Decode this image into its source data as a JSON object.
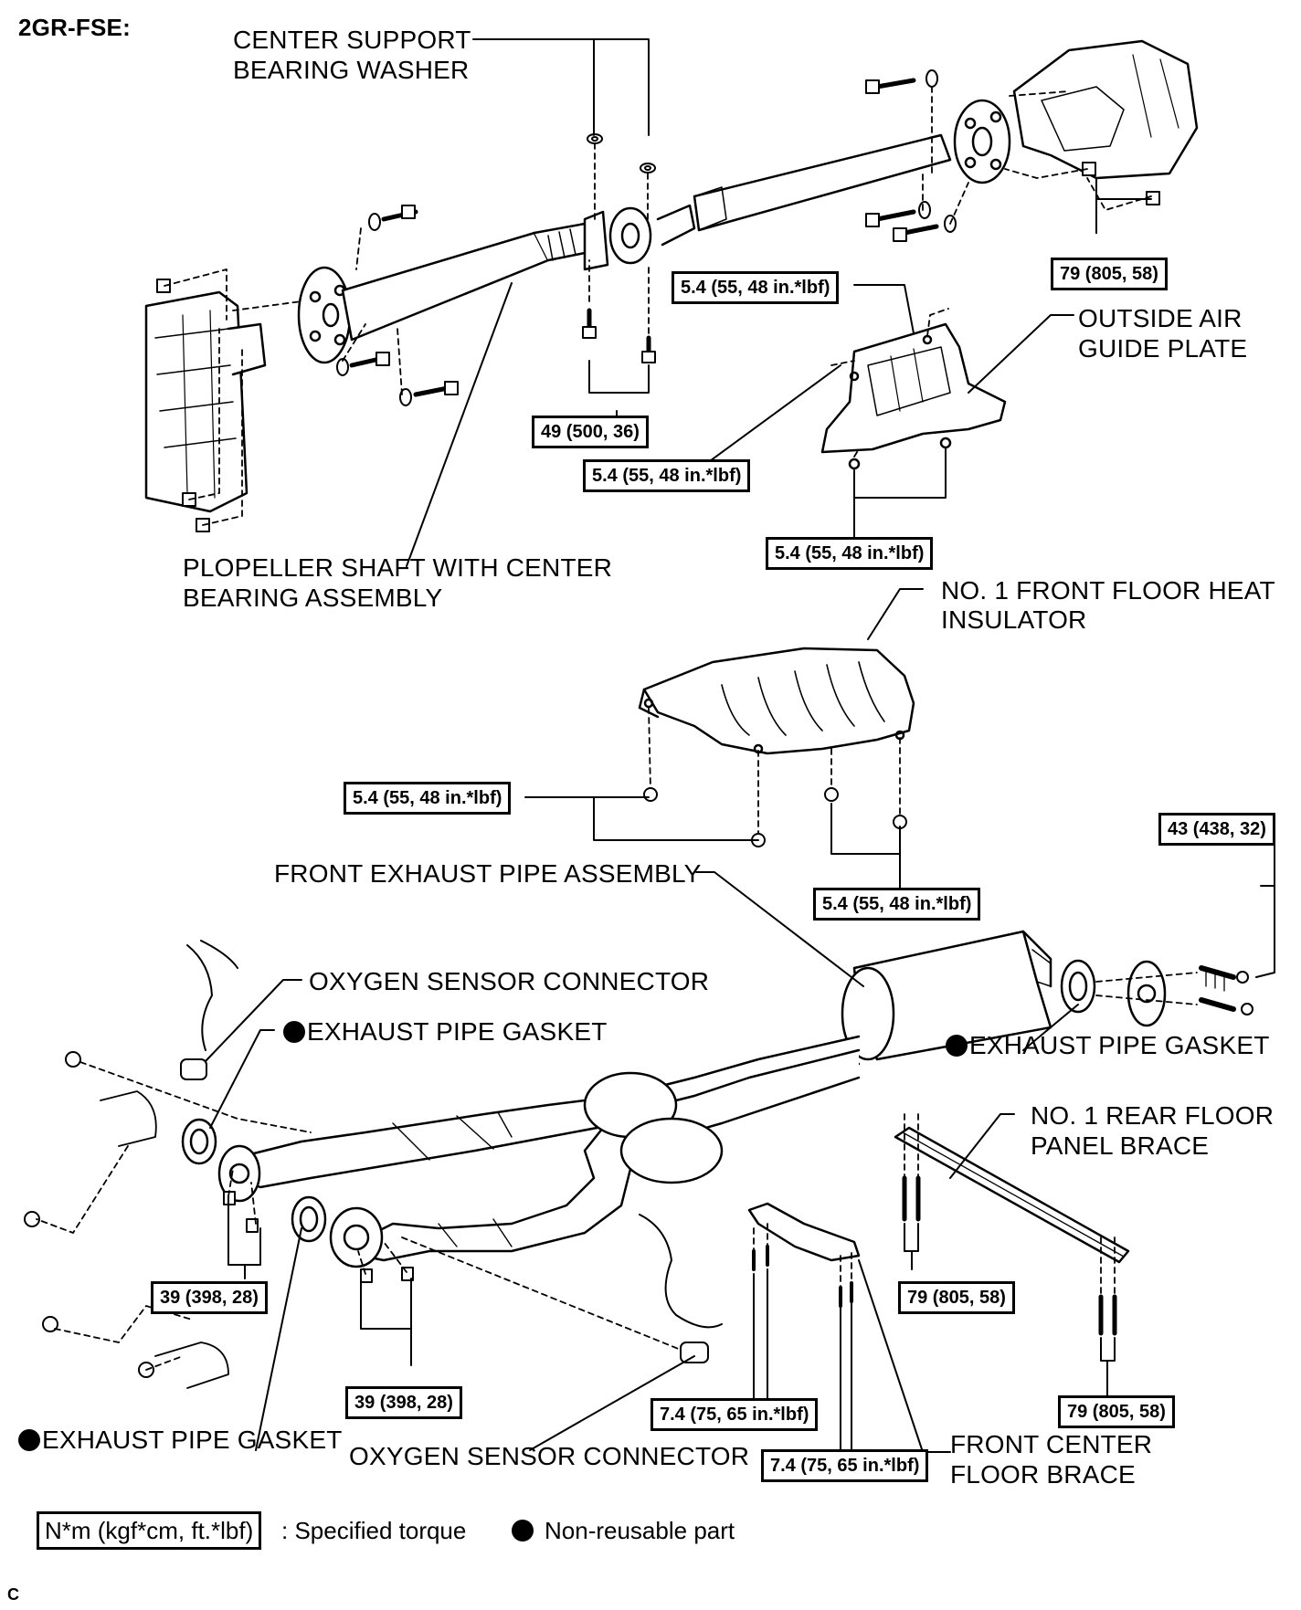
{
  "header": {
    "engine_code": "2GR-FSE:"
  },
  "labels": {
    "center_support_bearing_washer_1": "CENTER SUPPORT",
    "center_support_bearing_washer_2": "BEARING WASHER",
    "outside_air_guide_plate_1": "OUTSIDE AIR",
    "outside_air_guide_plate_2": "GUIDE PLATE",
    "propeller_shaft_1": "PLOPELLER SHAFT WITH CENTER",
    "propeller_shaft_2": "BEARING ASSEMBLY",
    "heat_insulator_1": "NO. 1 FRONT FLOOR HEAT",
    "heat_insulator_2": "INSULATOR",
    "front_exhaust_pipe": "FRONT EXHAUST PIPE ASSEMBLY",
    "oxygen_sensor_connector_top": "OXYGEN SENSOR CONNECTOR",
    "exhaust_pipe_gasket_left_top": "EXHAUST PIPE GASKET",
    "exhaust_pipe_gasket_right": "EXHAUST PIPE GASKET",
    "rear_floor_brace_1": "NO. 1 REAR FLOOR",
    "rear_floor_brace_2": "PANEL BRACE",
    "exhaust_pipe_gasket_bottom": "EXHAUST PIPE GASKET",
    "oxygen_sensor_connector_bottom": "OXYGEN SENSOR CONNECTOR",
    "front_center_floor_brace_1": "FRONT CENTER",
    "front_center_floor_brace_2": "FLOOR BRACE"
  },
  "torques": {
    "t_79_rear_diff": "79 (805, 58)",
    "t_54_plate_top": "5.4 (55, 48 in.*lbf)",
    "t_49": "49 (500, 36)",
    "t_54_plate_left": "5.4 (55, 48 in.*lbf)",
    "t_54_plate_bottom": "5.4 (55, 48 in.*lbf)",
    "t_54_insulator_left": "5.4 (55, 48 in.*lbf)",
    "t_54_insulator_right": "5.4 (55, 48 in.*lbf)",
    "t_43": "43 (438, 32)",
    "t_39_left": "39 (398, 28)",
    "t_39_right": "39 (398, 28)",
    "t_79_brace_mid": "79 (805, 58)",
    "t_79_brace_right": "79 (805, 58)",
    "t_74_a": "7.4 (75, 65 in.*lbf)",
    "t_74_b": "7.4 (75, 65 in.*lbf)"
  },
  "legend": {
    "torque_format": "N*m (kgf*cm, ft.*lbf)",
    "torque_desc": ": Specified torque",
    "nonreusable_desc": "Non-reusable part"
  },
  "footer": {
    "code": "C"
  }
}
